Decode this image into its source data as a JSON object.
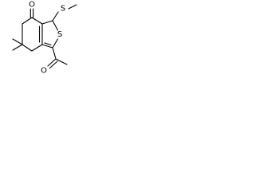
{
  "molecule": {
    "atoms": {
      "ketone_oxygen": "O",
      "ring_sulfur": "S",
      "thioether_sulfur": "S",
      "acetyl_oxygen": "O"
    }
  }
}
